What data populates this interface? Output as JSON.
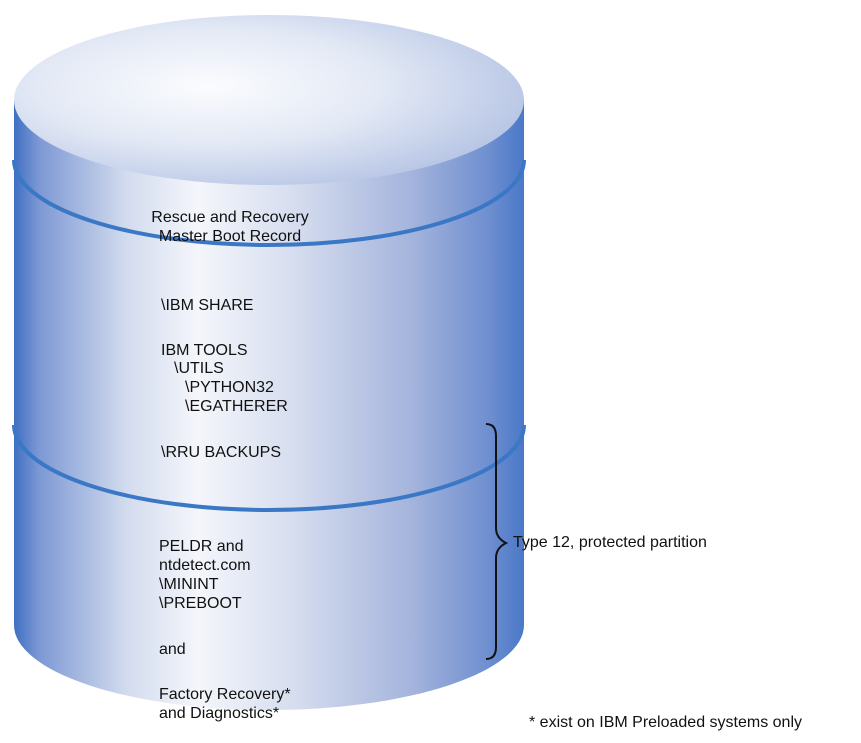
{
  "diagram": {
    "mbr_lines": [
      "Rescue and Recovery",
      "Master Boot Record"
    ],
    "share_label": "\\IBM SHARE",
    "tools_lines": [
      "IBM TOOLS",
      "\\UTILS",
      "\\PYTHON32",
      "\\EGATHERER"
    ],
    "backups_label": "\\RRU BACKUPS",
    "preboot_lines": [
      "PELDR and",
      "ntdetect.com",
      "\\MININT",
      "\\PREBOOT"
    ],
    "and_label": "and",
    "factory_lines": [
      "Factory Recovery*",
      "and Diagnostics*"
    ],
    "brace_label": "Type 12, protected partition",
    "footnote": "* exist on IBM Preloaded systems only"
  },
  "colors": {
    "cylinder_light": "#f4f6fb",
    "cylinder_mid": "#a9b6dc",
    "cylinder_dark": "#3f6fc2",
    "band_line": "#3a78c6",
    "text": "#111111"
  }
}
